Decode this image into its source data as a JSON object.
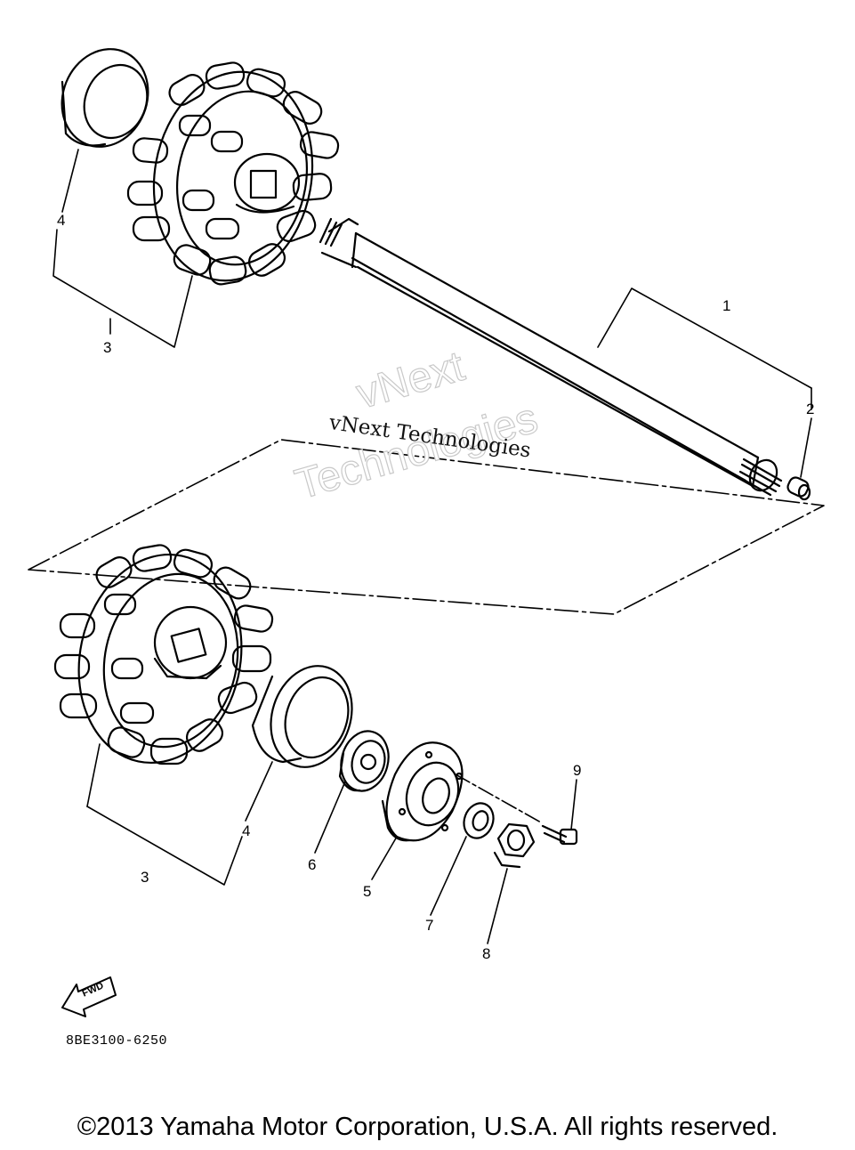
{
  "diagram": {
    "callouts": [
      {
        "id": "c1",
        "text": "1"
      },
      {
        "id": "c2",
        "text": "2"
      },
      {
        "id": "c3a",
        "text": "3"
      },
      {
        "id": "c4a",
        "text": "4"
      },
      {
        "id": "c3b",
        "text": "3"
      },
      {
        "id": "c4b",
        "text": "4"
      },
      {
        "id": "c5",
        "text": "5"
      },
      {
        "id": "c6",
        "text": "6"
      },
      {
        "id": "c7",
        "text": "7"
      },
      {
        "id": "c8",
        "text": "8"
      },
      {
        "id": "c9",
        "text": "9"
      }
    ],
    "watermark_text": "vNext Technologies",
    "watermark_outline_line1": "vNext",
    "watermark_outline_line2": "Technologies",
    "fwd_label": "FWD",
    "diagram_code": "8BE3100-6250"
  },
  "footer": {
    "copyright": "©2013 Yamaha Motor Corporation, U.S.A. All rights reserved."
  }
}
